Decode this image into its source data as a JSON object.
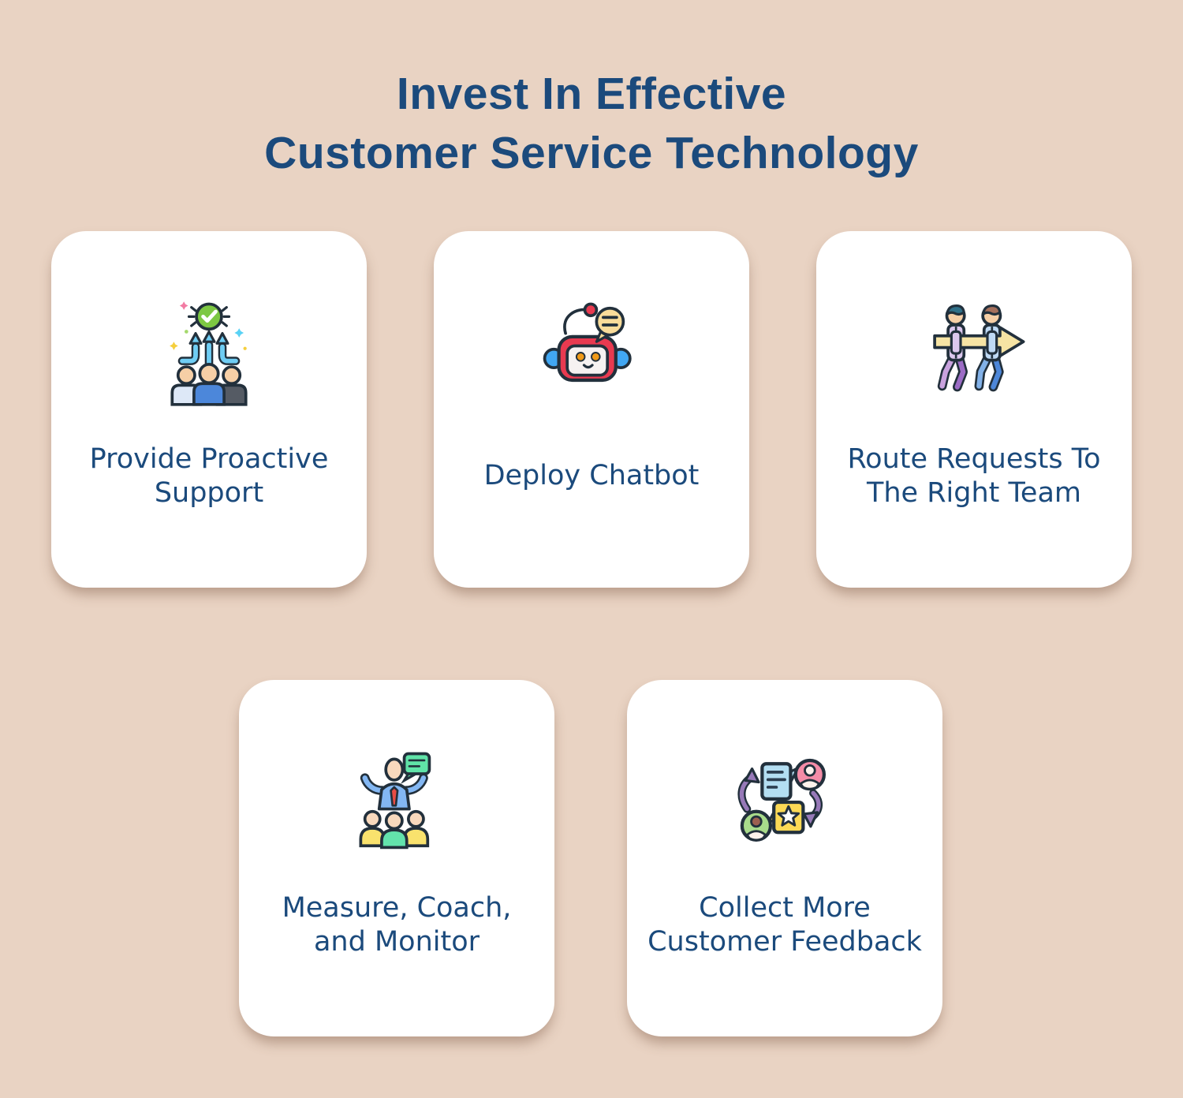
{
  "page": {
    "background_color": "#e9d3c3",
    "text_color": "#1b4a7c",
    "card_background": "#ffffff"
  },
  "title": {
    "full": "Invest In Effective Customer Service Technology",
    "lines": [
      "Invest In Effective",
      "Customer Service Technology"
    ]
  },
  "cards": [
    {
      "id": "provide-proactive-support",
      "label": "Provide Proactive Support",
      "lines": [
        "Provide Proactive",
        "Support"
      ],
      "icon": "proactive-support-icon",
      "icon_colors": {
        "check_circle": "#7dc843",
        "arrows": "#6fcdf4",
        "shirts": [
          "#dde8f7",
          "#4c87da",
          "#555b64"
        ]
      }
    },
    {
      "id": "deploy-chatbot",
      "label": "Deploy Chatbot",
      "lines": [
        "Deploy Chatbot"
      ],
      "icon": "chatbot-icon",
      "icon_colors": {
        "robot_head": "#e83a50",
        "ears": "#41a7f3",
        "speech_bubble": "#f9dc9a",
        "eyes": "#f09a18"
      }
    },
    {
      "id": "route-requests",
      "label": "Route Requests To The Right Team",
      "lines": [
        "Route Requests To",
        "The Right Team"
      ],
      "icon": "route-requests-icon",
      "icon_colors": {
        "arrow": "#f6e4a4",
        "person_left": "#dcc8ee",
        "person_right": "#bed9f4"
      }
    },
    {
      "id": "measure-coach-monitor",
      "label": "Measure, Coach, and Monitor",
      "lines": [
        "Measure, Coach,",
        "and Monitor"
      ],
      "icon": "measure-coach-monitor-icon",
      "icon_colors": {
        "coach_shirt": "#83b7f3",
        "tie": "#e84c44",
        "speech_bubble": "#60e3a8",
        "audience": [
          "#f9e26d",
          "#63e3ac",
          "#f9e26d"
        ]
      }
    },
    {
      "id": "collect-feedback",
      "label": "Collect More Customer Feedback",
      "lines": [
        "Collect More",
        "Customer Feedback"
      ],
      "icon": "customer-feedback-icon",
      "icon_colors": {
        "doc_bubble": "#b3def2",
        "star_bubble": "#fbd955",
        "avatar_pink": "#f48ca7",
        "avatar_green": "#a8db8b",
        "arrows": "#9779b8"
      }
    }
  ]
}
